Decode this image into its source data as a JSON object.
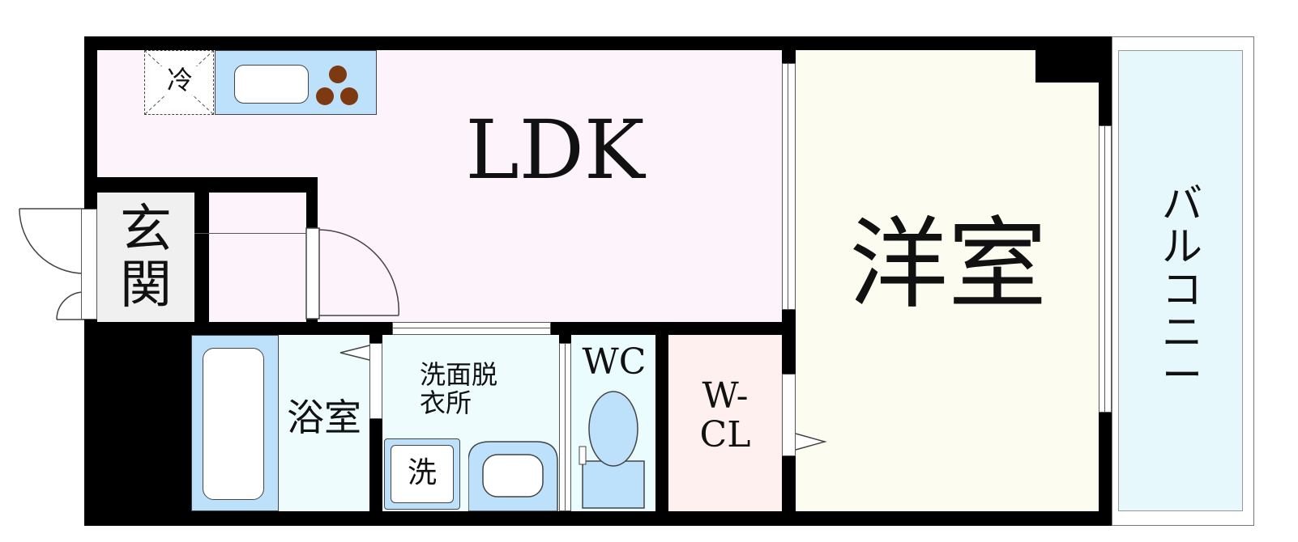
{
  "rooms": {
    "ldk": "LDK",
    "western_room": "洋室",
    "balcony": "バ\nル\nコ\nニ\nー",
    "entrance": "玄\n関",
    "bathroom": "浴室",
    "washroom": "洗面脱\n衣所",
    "wc": "WC",
    "walk_in_closet": "W-\nCL"
  },
  "fixtures": {
    "refrigerator": "冷",
    "washing_machine": "洗"
  },
  "colors": {
    "wall": "#000000",
    "ldk_floor": "#fdf3fb",
    "western_floor": "#fcfdf0",
    "balcony_floor": "#e6f8fb",
    "entrance_floor": "#f0f0f0",
    "wet_area_floor": "#eefcfd",
    "wc_floor": "#eafcfd",
    "closet_floor": "#fdf0ef",
    "fixture_blue": "#bde0fb",
    "stove_brown": "#7d3a10"
  }
}
